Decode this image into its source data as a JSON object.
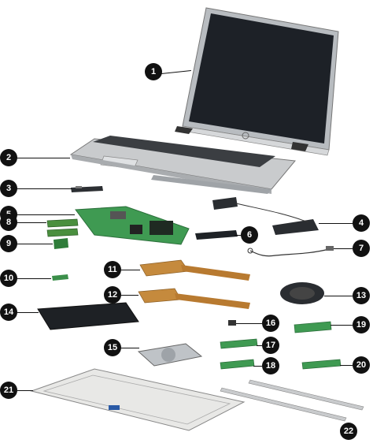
{
  "diagram": {
    "callouts": [
      {
        "label": "1"
      },
      {
        "label": "2"
      },
      {
        "label": "3"
      },
      {
        "label": "4"
      },
      {
        "label": "5"
      },
      {
        "label": "6"
      },
      {
        "label": "7"
      },
      {
        "label": "8"
      },
      {
        "label": "9"
      },
      {
        "label": "10"
      },
      {
        "label": "11"
      },
      {
        "label": "12"
      },
      {
        "label": "13"
      },
      {
        "label": "14"
      },
      {
        "label": "15"
      },
      {
        "label": "16"
      },
      {
        "label": "17"
      },
      {
        "label": "18"
      },
      {
        "label": "19"
      },
      {
        "label": "20"
      },
      {
        "label": "21"
      },
      {
        "label": "22"
      }
    ],
    "colors": {
      "callout": "#111111",
      "board_green": "#3f9a52",
      "copper": "#c58a3d",
      "chassis": "#e8e8e6",
      "screen": "#1d2127"
    }
  }
}
